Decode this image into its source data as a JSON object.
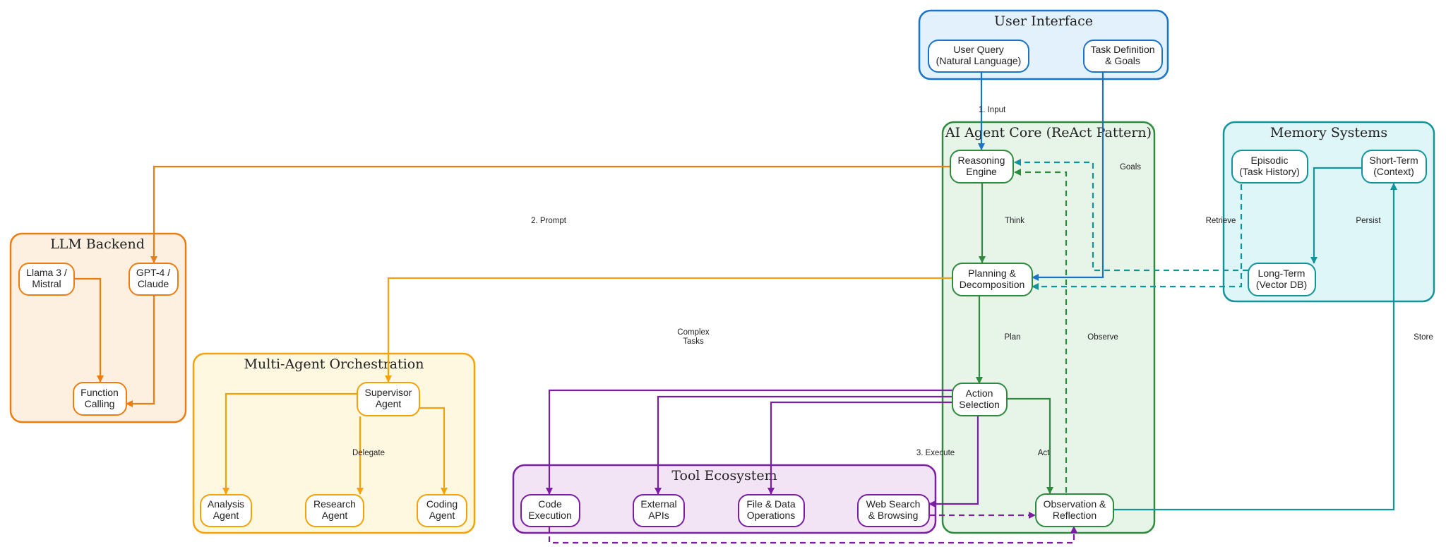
{
  "colors": {
    "ui": "#1a73c9",
    "core": "#2e8b3e",
    "memory": "#12949c",
    "llm": "#ee7d10",
    "multi": "#f5a20a",
    "tools": "#7b1fa2"
  },
  "clusters": {
    "ui": "User Interface",
    "core": "AI Agent Core (ReAct Pattern)",
    "memory": "Memory Systems",
    "llm": "LLM Backend",
    "multi": "Multi-Agent Orchestration",
    "tools": "Tool Ecosystem"
  },
  "nodes": {
    "user_query": [
      "User Query",
      "(Natural Language)"
    ],
    "task_def": [
      "Task Definition",
      "& Goals"
    ],
    "reasoning": [
      "Reasoning",
      "Engine"
    ],
    "planning": [
      "Planning &",
      "Decomposition"
    ],
    "action": [
      "Action",
      "Selection"
    ],
    "observation": [
      "Observation &",
      "Reflection"
    ],
    "episodic": [
      "Episodic",
      "(Task History)"
    ],
    "short_term": [
      "Short-Term",
      "(Context)"
    ],
    "long_term": [
      "Long-Term",
      "(Vector DB)"
    ],
    "llama": [
      "Llama 3 /",
      "Mistral"
    ],
    "gpt": [
      "GPT-4 /",
      "Claude"
    ],
    "function_calling": [
      "Function",
      "Calling"
    ],
    "supervisor": [
      "Supervisor",
      "Agent"
    ],
    "analysis": [
      "Analysis",
      "Agent"
    ],
    "research": [
      "Research",
      "Agent"
    ],
    "coding": [
      "Coding",
      "Agent"
    ],
    "code_exec": [
      "Code",
      "Execution"
    ],
    "ext_apis": [
      "External",
      "APIs"
    ],
    "file_ops": [
      "File & Data",
      "Operations"
    ],
    "web_search": [
      "Web Search",
      "& Browsing"
    ]
  },
  "edge_labels": {
    "input": "1. Input",
    "prompt": "2. Prompt",
    "think": "Think",
    "goals": "Goals",
    "retrieve": "Retrieve",
    "persist": "Persist",
    "complex_tasks": [
      "Complex",
      "Tasks"
    ],
    "plan": "Plan",
    "observe": "Observe",
    "store": "Store",
    "delegate": "Delegate",
    "execute": "3. Execute",
    "act": "Act"
  }
}
